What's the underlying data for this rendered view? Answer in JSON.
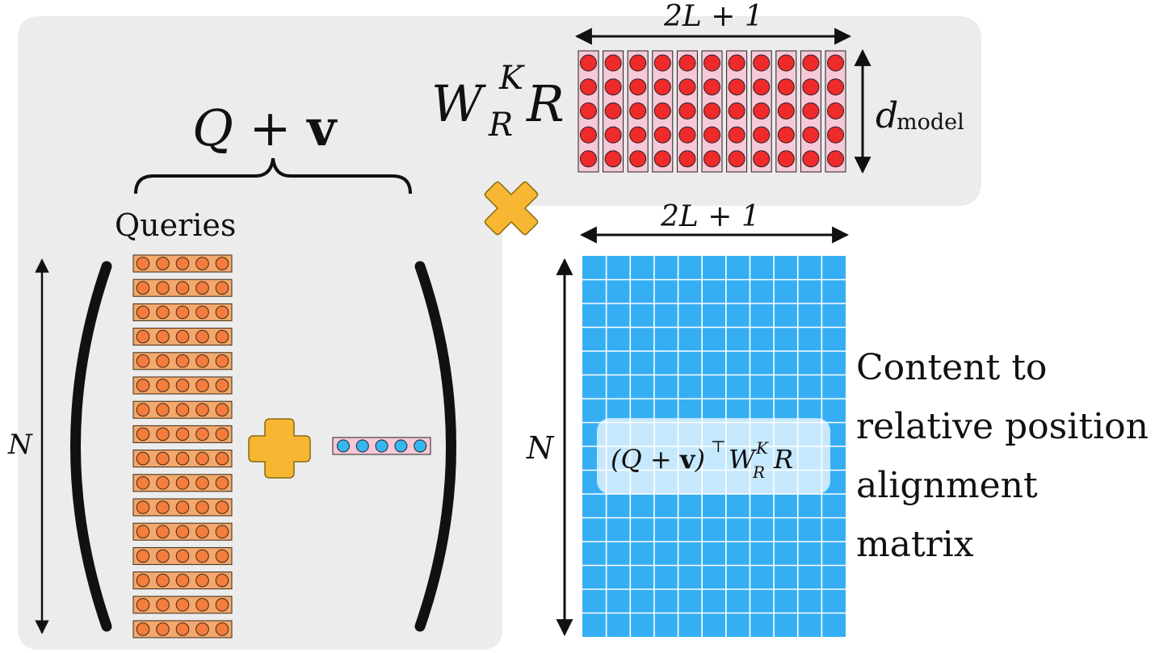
{
  "labels": {
    "q_plus_v": "Q + v",
    "wr_symbol": "W",
    "wr_sup": "K",
    "wr_sub": "R",
    "wr_r": "R",
    "width_label": "2L + 1",
    "height_label_model": "d",
    "height_label_model_sub": "model",
    "n_label": "N",
    "queries": "Queries",
    "result_formula": "(Q + v)⊤ W_R^K R",
    "result_part_open": "(Q + ",
    "result_part_v": "v",
    "result_part_close": ")",
    "result_part_T": "⊤",
    "result_part_W": "W",
    "result_part_K": "K",
    "result_part_Rsub": "R",
    "result_part_R": "R",
    "description_lines": [
      "Content to",
      "relative position",
      "alignment",
      "matrix"
    ]
  },
  "structure": {
    "query_rows": 16,
    "query_cols": 5,
    "v_vector_cells": 5,
    "key_cols": 11,
    "key_rows": 5,
    "result_cols": 11,
    "result_rows": 16
  },
  "colors": {
    "panel_bg": "#ececec",
    "query_fill": "#f4a86b",
    "query_dot": "#f47c3c",
    "key_cell": "#f6c9d8",
    "key_dot": "#ee2a2a",
    "v_dot": "#36b6ee",
    "v_cell": "#f6c9d8",
    "result_fill": "#35aef3",
    "result_grid": "#ffffff",
    "plus_fill": "#f7b733",
    "times_fill": "#f7b733"
  }
}
